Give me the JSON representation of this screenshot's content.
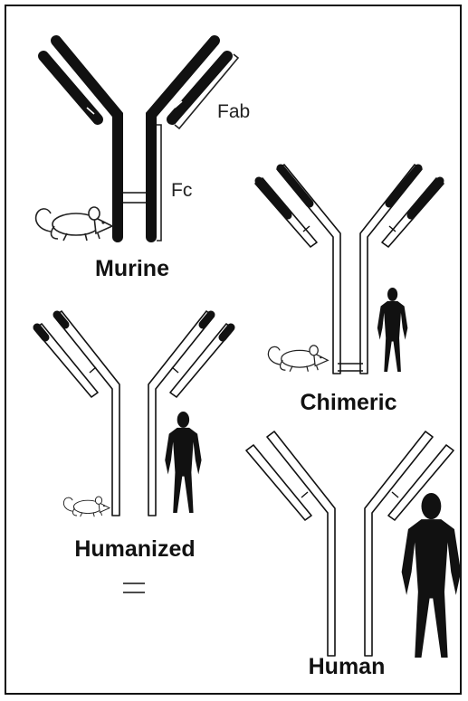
{
  "antibodies": [
    {
      "key": "murine",
      "name": "Murine",
      "composition": "all mouse",
      "source_icon": "mouse-icon"
    },
    {
      "key": "chimeric",
      "name": "Chimeric",
      "composition": "mouse variable regions",
      "source_icons": [
        "mouse-icon",
        "human-icon"
      ]
    },
    {
      "key": "humanized",
      "name": "Humanized",
      "composition": "mouse CDR tips only",
      "source_icons": [
        "mouse-icon",
        "human-icon"
      ]
    },
    {
      "key": "human",
      "name": "Human",
      "composition": "all human",
      "source_icon": "human-icon"
    }
  ],
  "region_labels": {
    "fab": "Fab",
    "fc": "Fc"
  },
  "colors": {
    "mouse_region": "#111111",
    "human_region": "#ffffff",
    "outline": "#111111"
  }
}
